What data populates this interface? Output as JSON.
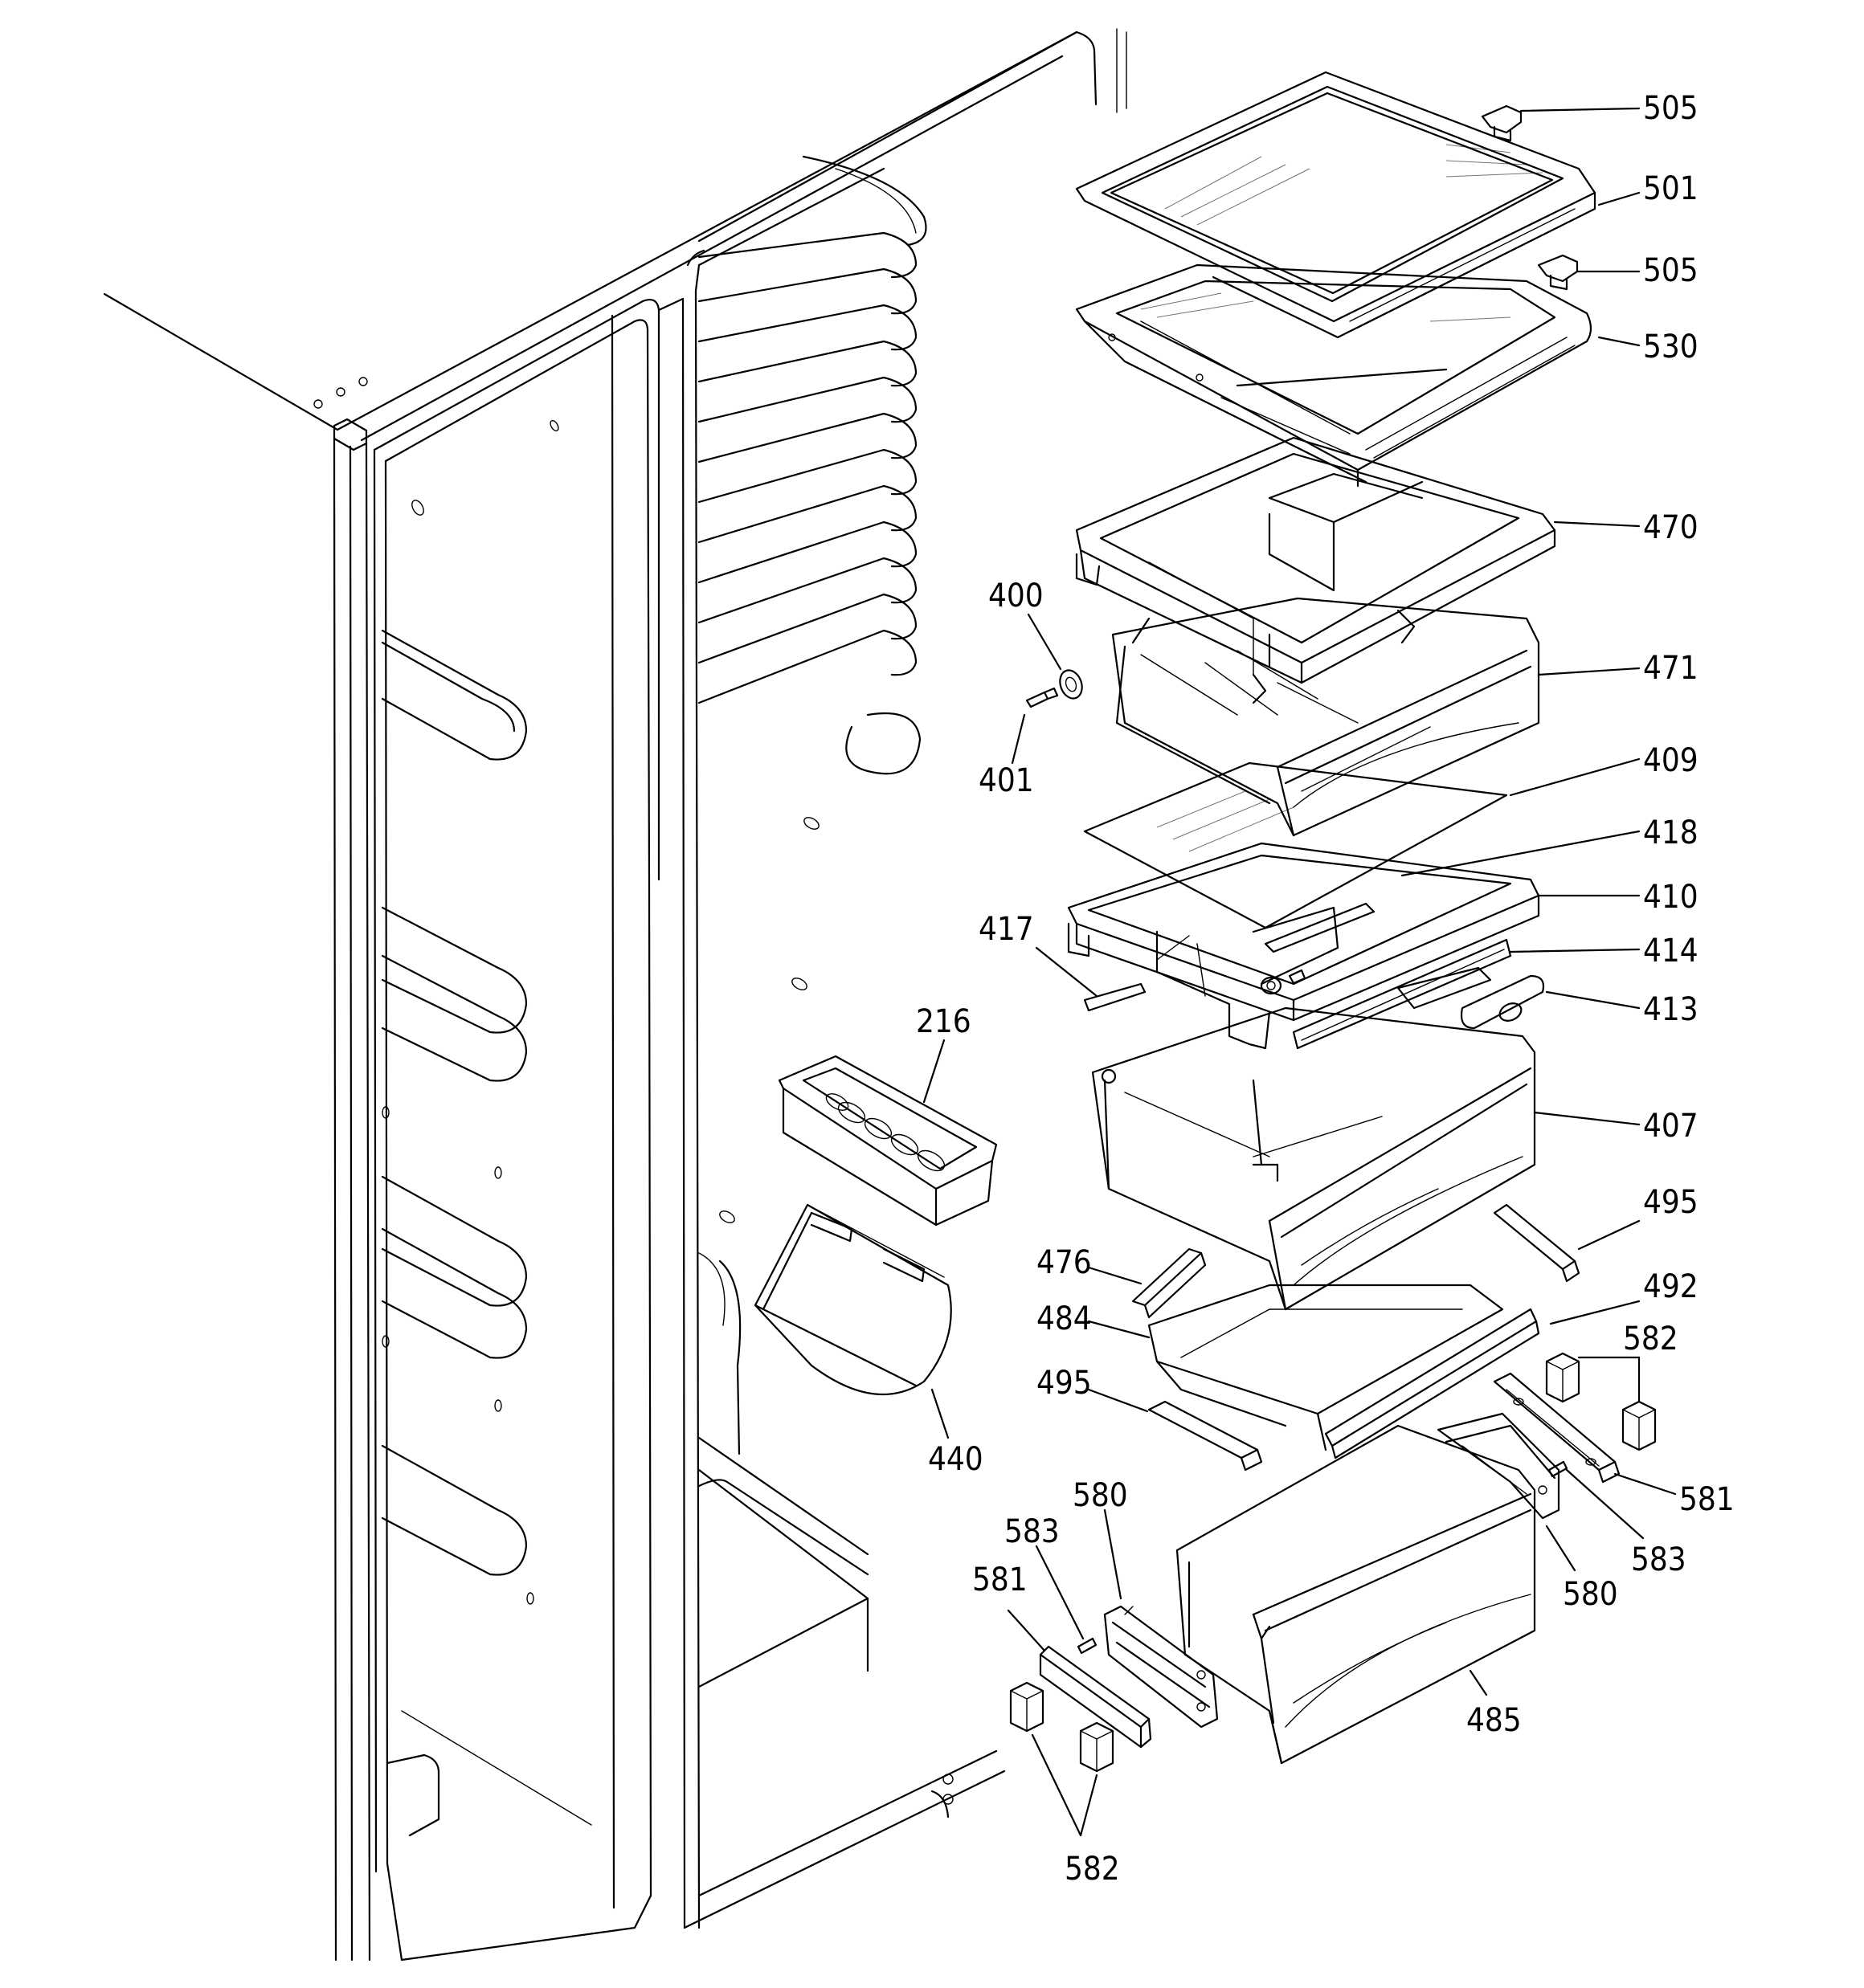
{
  "diagram": {
    "callouts": [
      {
        "id": "505-top",
        "text": "505"
      },
      {
        "id": "501",
        "text": "501"
      },
      {
        "id": "505-mid",
        "text": "505"
      },
      {
        "id": "530",
        "text": "530"
      },
      {
        "id": "470",
        "text": "470"
      },
      {
        "id": "400",
        "text": "400"
      },
      {
        "id": "471",
        "text": "471"
      },
      {
        "id": "401",
        "text": "401"
      },
      {
        "id": "409",
        "text": "409"
      },
      {
        "id": "418",
        "text": "418"
      },
      {
        "id": "410",
        "text": "410"
      },
      {
        "id": "417",
        "text": "417"
      },
      {
        "id": "414",
        "text": "414"
      },
      {
        "id": "413",
        "text": "413"
      },
      {
        "id": "216",
        "text": "216"
      },
      {
        "id": "407",
        "text": "407"
      },
      {
        "id": "495-right",
        "text": "495"
      },
      {
        "id": "476",
        "text": "476"
      },
      {
        "id": "492",
        "text": "492"
      },
      {
        "id": "484",
        "text": "484"
      },
      {
        "id": "582-right",
        "text": "582"
      },
      {
        "id": "495-left",
        "text": "495"
      },
      {
        "id": "440",
        "text": "440"
      },
      {
        "id": "580-left",
        "text": "580"
      },
      {
        "id": "581-right",
        "text": "581"
      },
      {
        "id": "583-left",
        "text": "583"
      },
      {
        "id": "583-right",
        "text": "583"
      },
      {
        "id": "581-left",
        "text": "581"
      },
      {
        "id": "580-right",
        "text": "580"
      },
      {
        "id": "485",
        "text": "485"
      },
      {
        "id": "582-bottom",
        "text": "582"
      }
    ]
  }
}
